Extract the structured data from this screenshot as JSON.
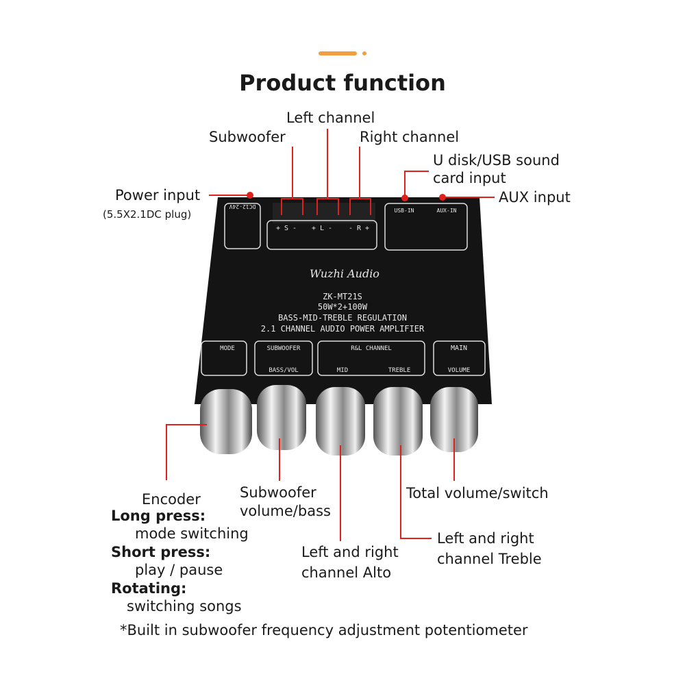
{
  "title": "Product function",
  "colors": {
    "accent": "#f0a040",
    "line": "#e0201b",
    "board": "#141414"
  },
  "labels": {
    "left_channel": "Left channel",
    "subwoofer": "Subwoofer",
    "right_channel": "Right channel",
    "udisk_1": "U disk/USB sound",
    "udisk_2": "card input",
    "power": "Power input",
    "power_sub": "(5.5X2.1DC plug)",
    "aux": "AUX input",
    "encoder": "Encoder",
    "long_press": "Long press:",
    "long_press_desc": "mode switching",
    "short_press": "Short press:",
    "short_press_desc": "play / pause",
    "rotating": "Rotating:",
    "rotating_desc": "switching songs",
    "sub_vol_1": "Subwoofer",
    "sub_vol_2": "volume/bass",
    "alto_1": "Left and right",
    "alto_2": "channel Alto",
    "treble_1": "Left and right",
    "treble_2": "channel Treble",
    "total": "Total volume/switch",
    "footnote": "*Built in subwoofer frequency adjustment potentiometer"
  },
  "board": {
    "dc": "DC12-24V",
    "usb": "USB-IN",
    "aux": "AUX-IN",
    "s": "+ S -",
    "l": "+ L -",
    "r": "- R +",
    "brand": "Wuzhi Audio",
    "model": "ZK-MT21S",
    "power": "50W*2+100W",
    "line1": "BASS-MID-TREBLE REGULATION",
    "line2": "2.1 CHANNEL AUDIO POWER AMPLIFIER",
    "mode": "MODE",
    "subwoofer": "SUBWOOFER",
    "bassvol": "BASS/VOL",
    "rl": "R&L CHANNEL",
    "mid": "MID",
    "treble": "TREBLE",
    "main": "MAIN",
    "volume": "VOLUME"
  }
}
